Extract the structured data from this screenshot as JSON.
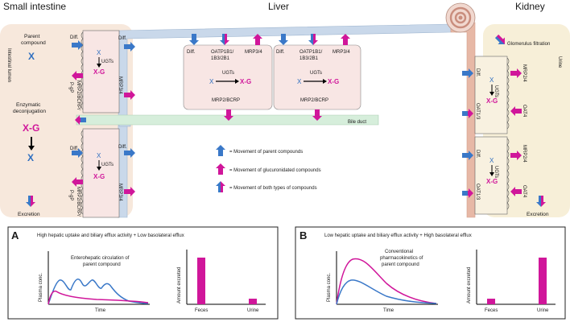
{
  "headers": {
    "small_intestine": "Small intestine",
    "liver": "Liver",
    "kidney": "Kidney"
  },
  "intestine": {
    "parent_compound": [
      "Parent",
      "compound"
    ],
    "x": "X",
    "intestinal_lumen": "Intestinal lumen",
    "enzymatic_deconjugation": [
      "Enzymatic",
      "deconjugation"
    ],
    "xg": "X-G",
    "diff": "Diff.",
    "ugts": "UGTs",
    "mrp2_bcrp": "MRP2/BCRP/",
    "pgp": "P-gP",
    "mrp34": "MRP3/4",
    "excretion": "Excretion"
  },
  "liver": {
    "diff": "Diff.",
    "oatp": [
      "OATP1B1/",
      "1B3/2B1"
    ],
    "mrp34": "MRP3/4",
    "ugts": "UGTs",
    "x": "X",
    "xg": "X-G",
    "mrp2_bcrp": "MRP2/BCRP",
    "bile_duct": "Bile duct"
  },
  "kidney": {
    "glomerulus_filtration": "Glomerulus filtration",
    "urine": "Urine",
    "diff": "Diff.",
    "oat13": "OAT1/3",
    "mrp24": "MRP2/4",
    "oat4": "OAT4",
    "ugts": "UGTs",
    "x": "X",
    "xg": "X-G",
    "excretion": "Excretion"
  },
  "legend": {
    "parent": "= Movement of parent compounds",
    "glucuronidated": "= Movement of glucuronidated compounds",
    "both": "= Movement of both types of compounds"
  },
  "panel_a": {
    "letter": "A",
    "title": "High hepatic uptake and biliary efflux activity + Low basolateral efflux",
    "ylabel": "Plasma conc.",
    "xlabel": "Time",
    "annotation": [
      "Enterohepatic circulation of",
      "parent compound"
    ],
    "bar_ylabel": "Amount excreted",
    "categories": [
      "Feces",
      "Urine"
    ],
    "values": [
      1.0,
      0.12
    ]
  },
  "panel_b": {
    "letter": "B",
    "title": "Low hepatic uptake and biliary efflux activity + High basolateral efflux",
    "ylabel": "Plasma conc.",
    "xlabel": "Time",
    "annotation": [
      "Conventional",
      "pharmacokinetics of",
      "parent compound"
    ],
    "bar_ylabel": "Amount excreted",
    "categories": [
      "Feces",
      "Urine"
    ],
    "values": [
      0.12,
      1.0
    ]
  },
  "colors": {
    "blue": "#3a78c8",
    "magenta": "#d0169a",
    "intestine_bg": "#f7e8dc",
    "blood": "#c9d8ea",
    "bile": "#d6eedb",
    "cell": "#f8e6e4"
  }
}
